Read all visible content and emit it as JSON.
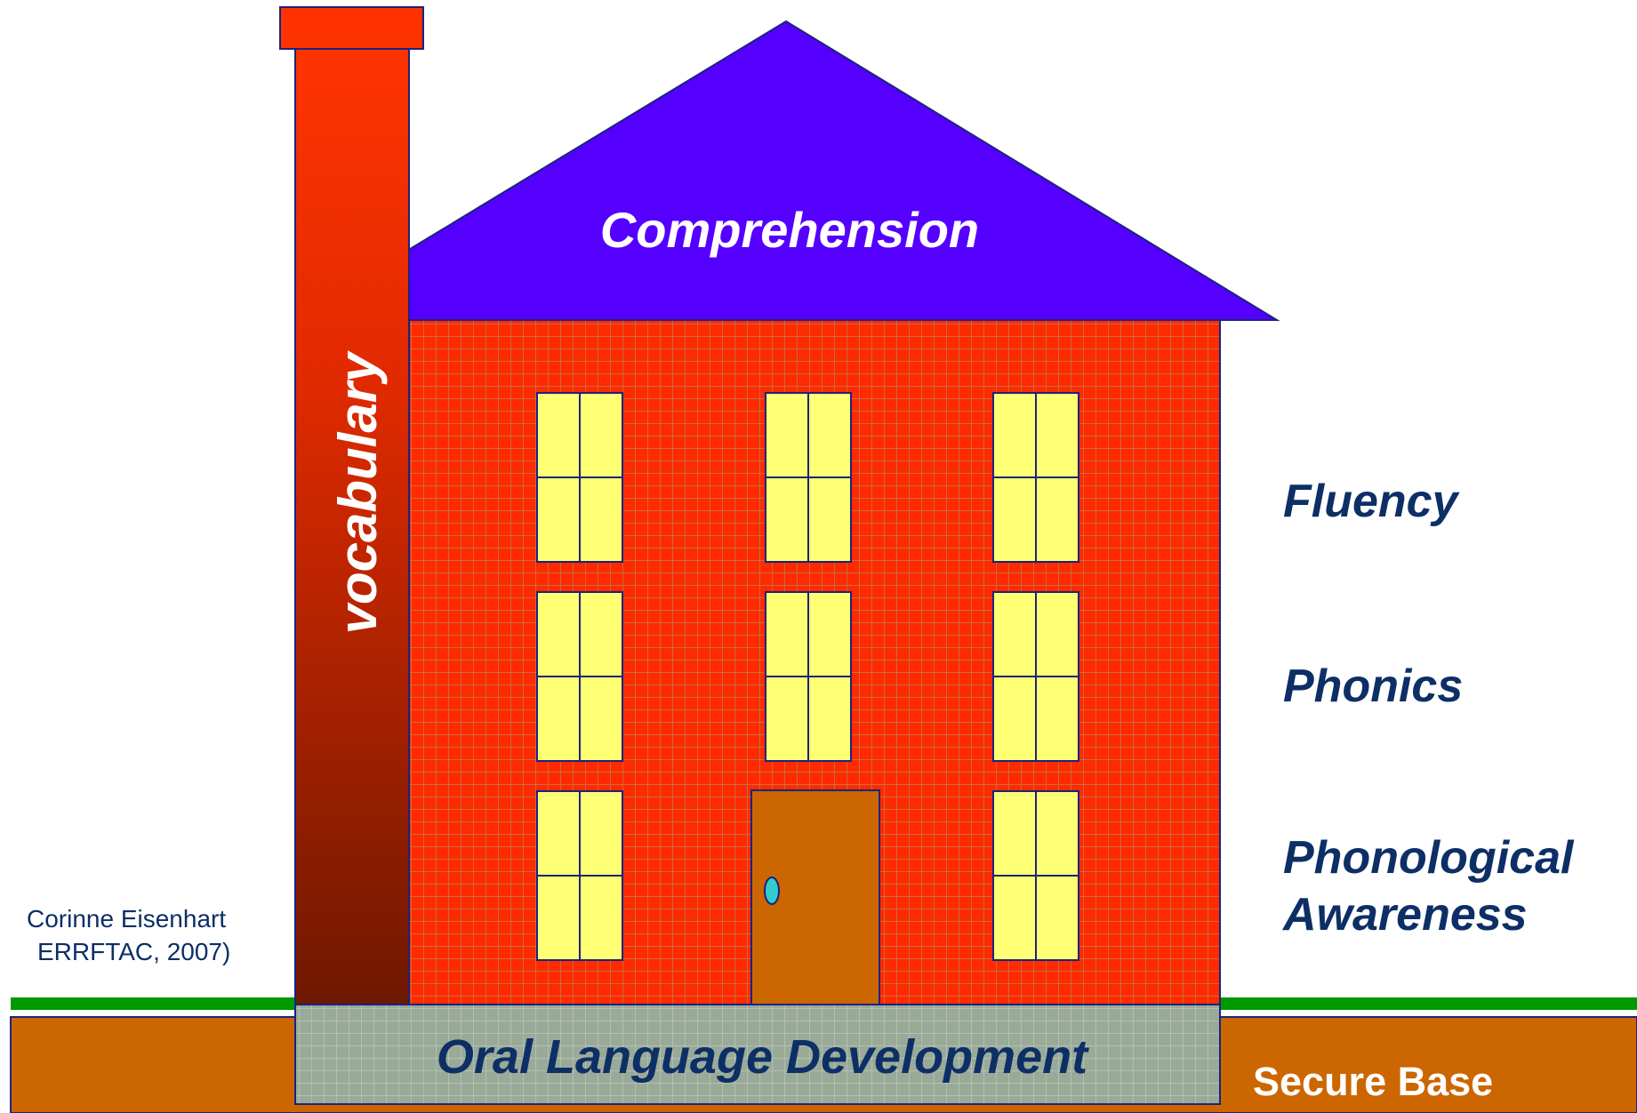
{
  "labels": {
    "roof": "Comprehension",
    "chimney": "vocabulary",
    "fluency": "Fluency",
    "phonics": "Phonics",
    "phonological_line1": "Phonological",
    "phonological_line2": "Awareness",
    "foundation": "Oral Language Development",
    "secure_base": "Secure Base",
    "credit_line1": "Corinne Eisenhart",
    "credit_line2": "ERRFTAC, 2007)"
  },
  "colors": {
    "roof": "#5500ff",
    "wall": "#ff2a00",
    "wall_grid": "#9ba86a",
    "chimney_top": "#ff3300",
    "chimney_bottom": "#6e1800",
    "window": "#ffff73",
    "door": "#cc6600",
    "doorknob": "#33cccc",
    "foundation": "#99aa99",
    "ground": "#cc6600",
    "grass": "#009900",
    "dark_text": "#0d2f66",
    "outline": "#1a237e"
  },
  "icons": {
    "door_knob": "doorknob-icon"
  }
}
